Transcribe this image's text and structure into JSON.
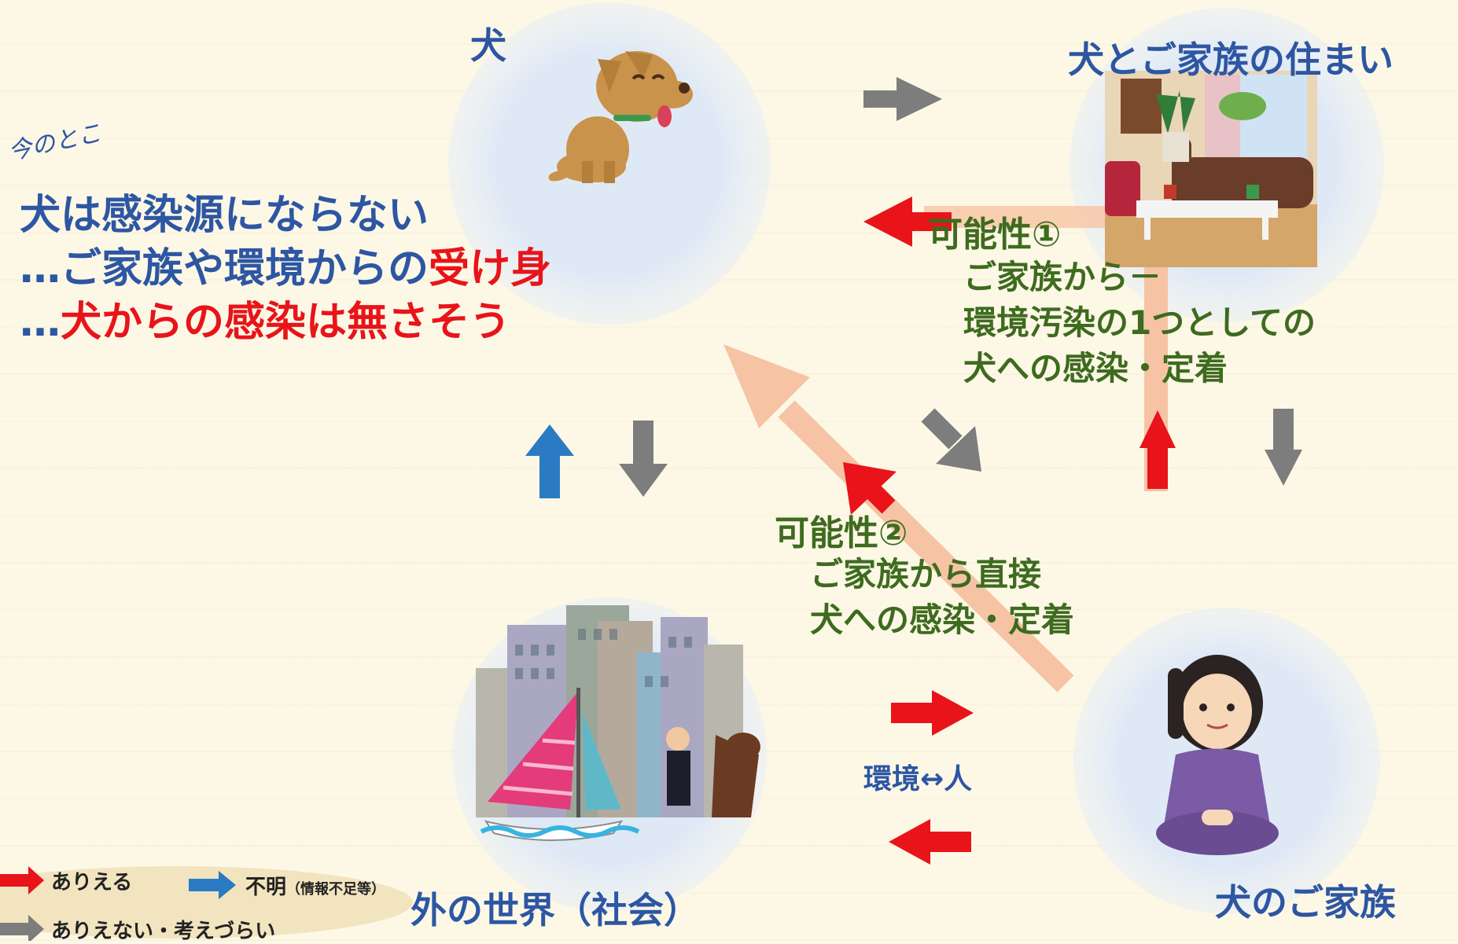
{
  "nodes": {
    "dog": "犬",
    "home": "犬とご家族の住まい",
    "world": "外の世界（社会）",
    "family": "犬のご家族"
  },
  "note": "今のとこ",
  "main_text": {
    "line1": "犬は感染源にならない",
    "line2_prefix": "…ご家族や環境からの",
    "line2_red": "受け身",
    "line3_prefix": "…",
    "line3_red": "犬からの感染は無さそう"
  },
  "possibility1": {
    "title": "可能性①",
    "line1": "ご家族から－",
    "line2": "環境汚染の1つとしての",
    "line3": "犬への感染・定着"
  },
  "possibility2": {
    "title": "可能性②",
    "line1": "ご家族から直接",
    "line2": "犬への感染・定着"
  },
  "env_label": "環境↔人",
  "legend": {
    "possible": "ありえる",
    "unknown": "不明",
    "unknown_note": "（情報不足等）",
    "impossible": "ありえない・考えづらい"
  },
  "colors": {
    "possible": "#e8141a",
    "unknown": "#2a7bc3",
    "impossible": "#7d7d7d",
    "route": "#f6c4a4"
  },
  "icons": {
    "dog": "dog-icon",
    "home": "living-room-icon",
    "world": "city-icon",
    "family": "woman-icon"
  }
}
